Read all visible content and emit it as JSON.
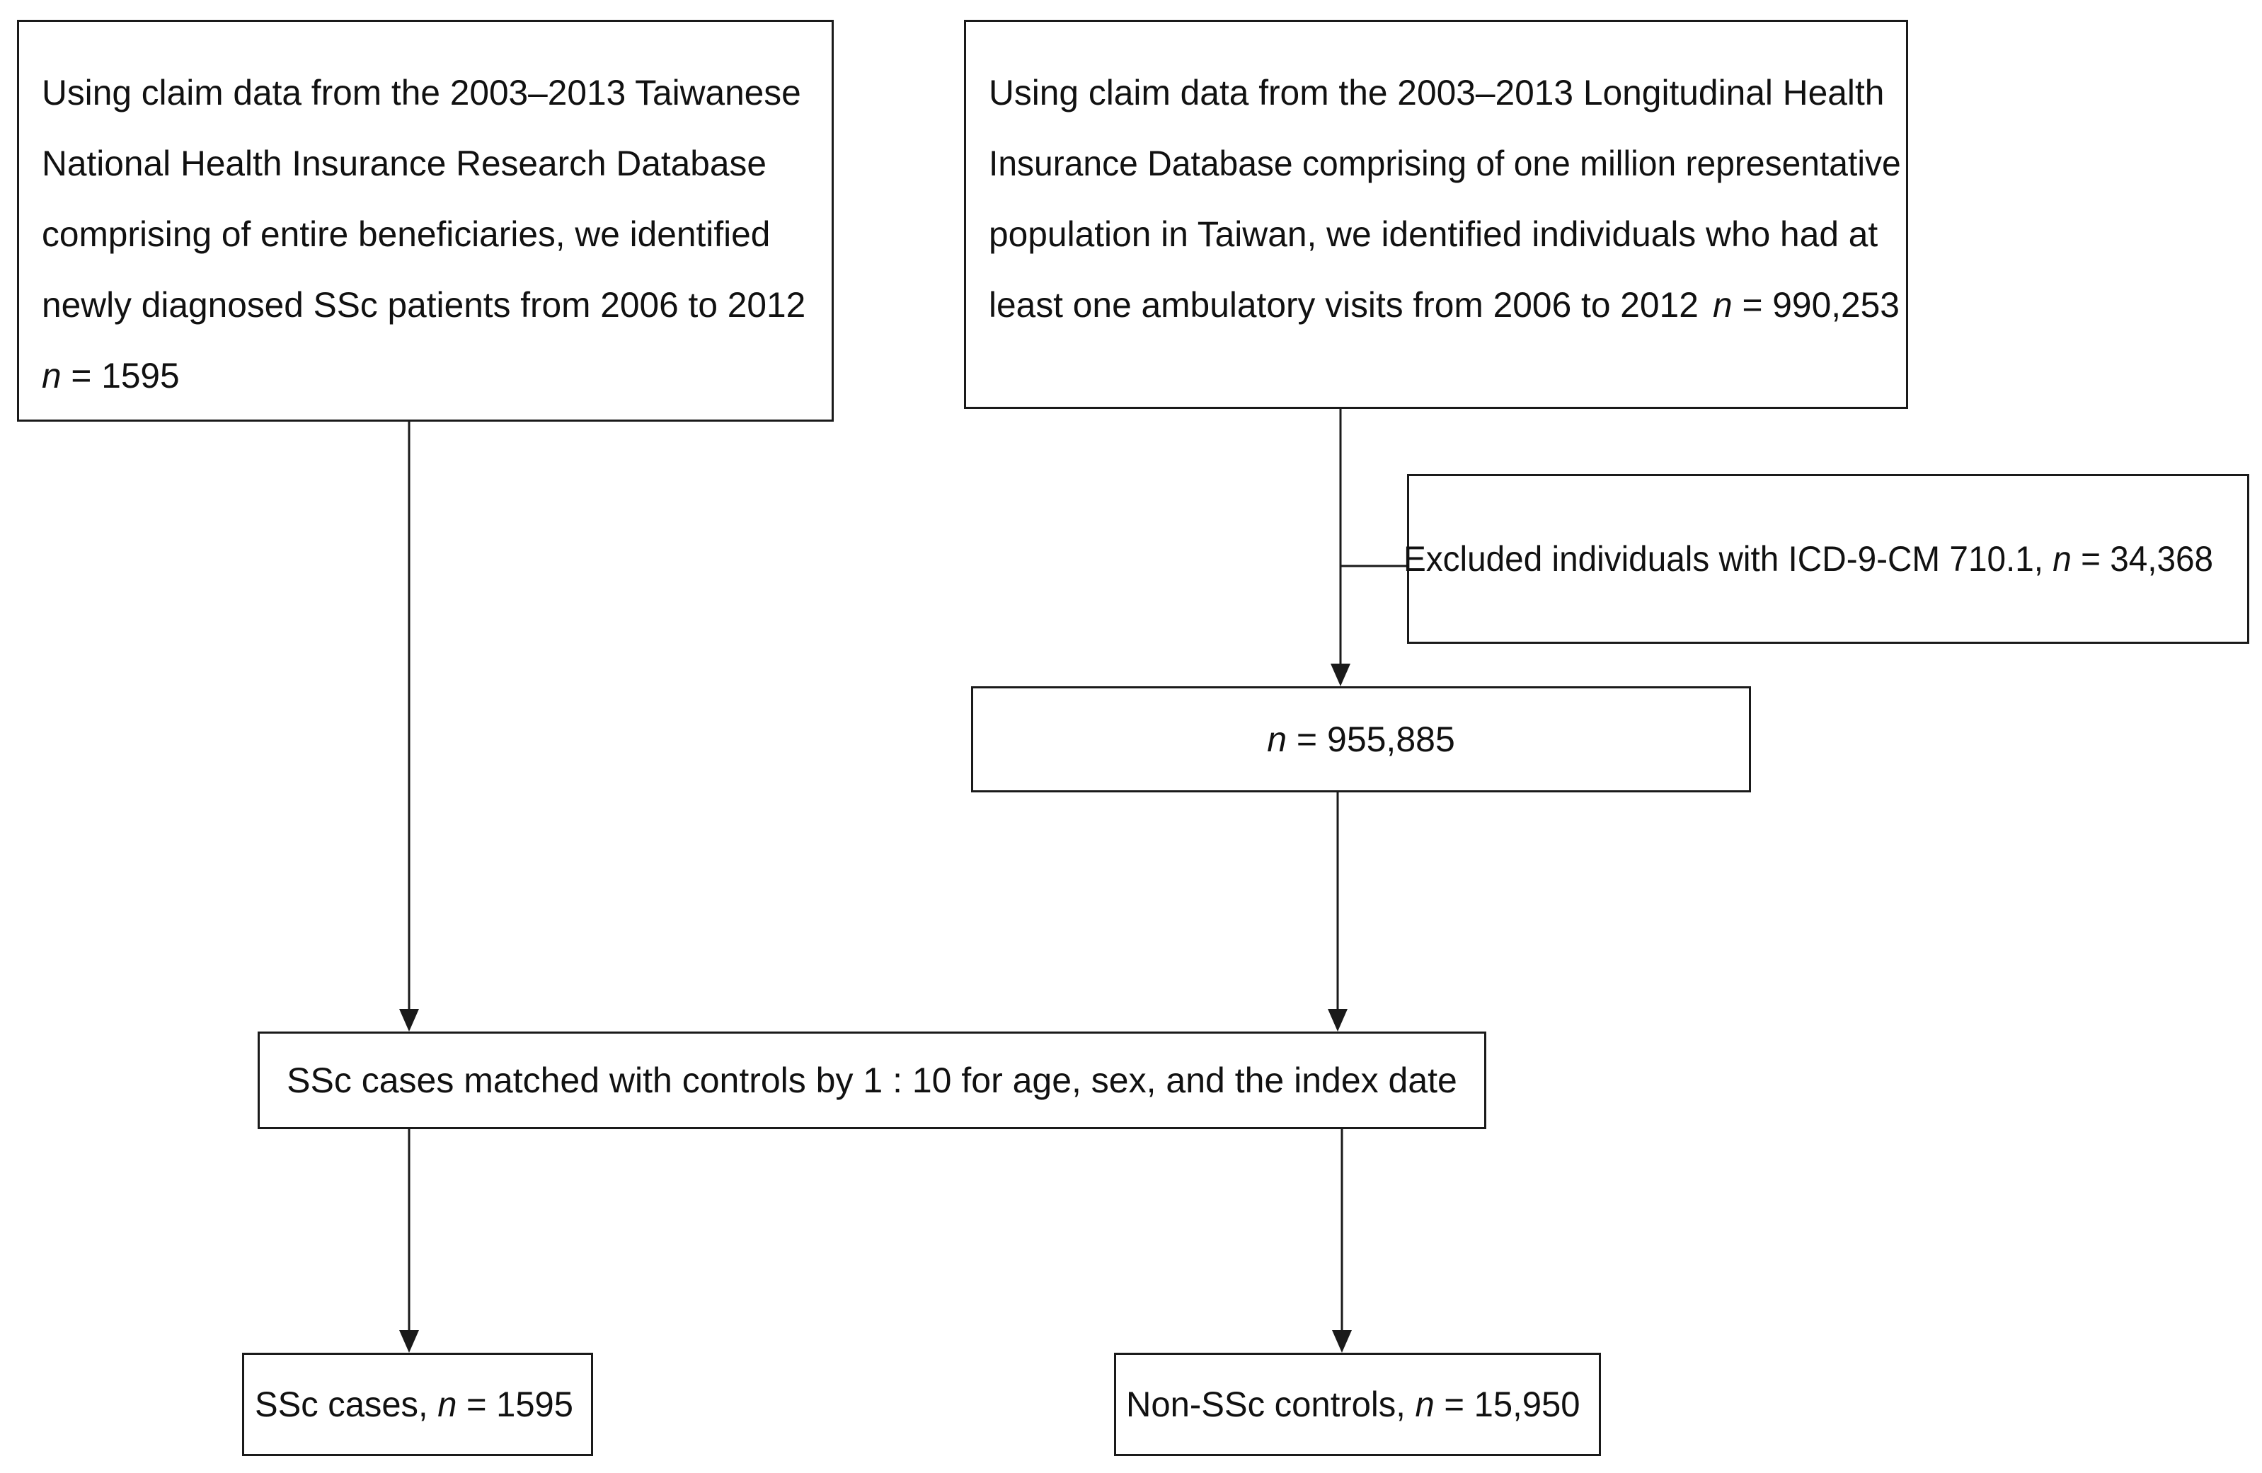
{
  "flowchart": {
    "tnhird_box": {
      "lines": [
        "Using claim data from the 2003–2013 Taiwanese",
        "National Health Insurance Research Database",
        "comprising of entire beneficiaries, we identified",
        "newly diagnosed SSc patients from 2006 to 2012"
      ],
      "n_label": "n",
      "n_value": " = 1595"
    },
    "lhid_box": {
      "lines": [
        "Using claim data from the 2003–2013 Longitudinal Health",
        "Insurance Database comprising of one million representative",
        "population in Taiwan, we identified individuals who had at",
        "least one ambulatory visits from 2006 to 2012"
      ],
      "n_label": "n",
      "n_value": " = 990,253"
    },
    "excluded_box": {
      "text": "Excluded individuals with ICD-9-CM 710.1, ",
      "n_label": "n",
      "n_value": " = 34,368"
    },
    "remaining_box": {
      "n_label": "n",
      "n_value": " = 955,885"
    },
    "matched_box": {
      "text": "SSc cases matched with controls by 1 : 10 for age, sex, and the index date"
    },
    "cases_box": {
      "text": "SSc cases, ",
      "n_label": "n",
      "n_value": " = 1595"
    },
    "controls_box": {
      "text": "Non-SSc controls, ",
      "n_label": "n",
      "n_value": " = 15,950"
    }
  },
  "colors": {
    "line": "#1a1a1a",
    "text": "#111111",
    "background": "#ffffff"
  }
}
